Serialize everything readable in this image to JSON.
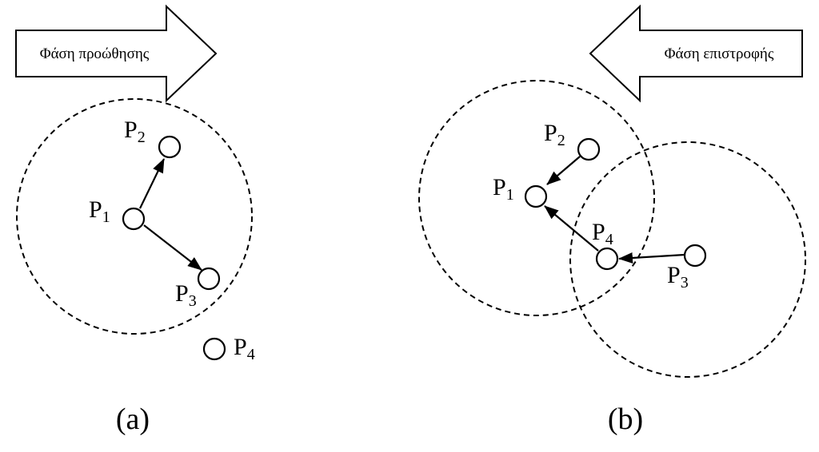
{
  "panel_a": {
    "phase_label": "Φάση προώθησης",
    "caption": "(a)",
    "nodes": {
      "p1": {
        "letter": "P",
        "sub": "1"
      },
      "p2": {
        "letter": "P",
        "sub": "2"
      },
      "p3": {
        "letter": "P",
        "sub": "3"
      },
      "p4": {
        "letter": "P",
        "sub": "4"
      }
    }
  },
  "panel_b": {
    "phase_label": "Φάση επιστροφής",
    "caption": "(b)",
    "nodes": {
      "p1": {
        "letter": "P",
        "sub": "1"
      },
      "p2": {
        "letter": "P",
        "sub": "2"
      },
      "p3": {
        "letter": "P",
        "sub": "3"
      },
      "p4": {
        "letter": "P",
        "sub": "4"
      }
    }
  }
}
